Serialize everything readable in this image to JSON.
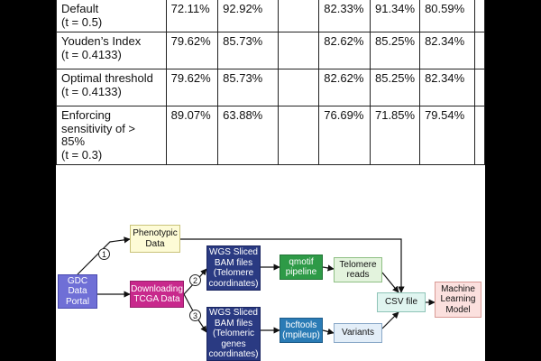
{
  "table": {
    "rows": [
      {
        "label": "Default\n(t = 0.5)",
        "values": [
          "72.11%",
          "92.92%",
          "",
          "82.33%",
          "91.34%",
          "80.59%"
        ]
      },
      {
        "label": "Youden’s Index\n(t = 0.4133)",
        "values": [
          "79.62%",
          "85.73%",
          "",
          "82.62%",
          "85.25%",
          "82.34%"
        ]
      },
      {
        "label": "Optimal threshold\n(t = 0.4133)",
        "values": [
          "79.62%",
          "85.73%",
          "",
          "82.62%",
          "85.25%",
          "82.34%"
        ]
      },
      {
        "label": "Enforcing\nsensitivity of >\n85%\n(t = 0.3)",
        "values": [
          "89.07%",
          "63.88%",
          "",
          "76.69%",
          "71.85%",
          "79.54%"
        ]
      }
    ]
  },
  "diagram": {
    "nodes": {
      "gdc": {
        "text": "GDC\nData\nPortal",
        "fill": "#6f6fd6",
        "border": "#4a4ab0",
        "color": "#ffffff"
      },
      "phenotypic": {
        "text": "Phenotypic\nData",
        "fill": "#fdfbd6",
        "border": "#c9c27a",
        "color": "#111111"
      },
      "downloading": {
        "text": "Downloading\nTCGA Data",
        "fill": "#c8288c",
        "border": "#961e69",
        "color": "#ffffff"
      },
      "wgs_telomere": {
        "text": "WGS Sliced\nBAM files\n(Telomere\ncoordinates)",
        "fill": "#2a3a82",
        "border": "#1a2560",
        "color": "#ffffff"
      },
      "wgs_telomeric_genes": {
        "text": "WGS Sliced\nBAM files\n(Telomeric\ngenes\ncoordinates)",
        "fill": "#2a3a82",
        "border": "#1a2560",
        "color": "#ffffff"
      },
      "qmotif": {
        "text": "qmotif\npipeline",
        "fill": "#2e9a47",
        "border": "#217536",
        "color": "#ffffff"
      },
      "bcftools": {
        "text": "bcftools\n(mpileup)",
        "fill": "#2a7bb5",
        "border": "#1e5d8a",
        "color": "#ffffff"
      },
      "telomere_reads": {
        "text": "Telomere\nreads",
        "fill": "#e3f3dd",
        "border": "#8fbf84",
        "color": "#111111"
      },
      "variants": {
        "text": "Variants",
        "fill": "#e3eef8",
        "border": "#8aa9c8",
        "color": "#111111"
      },
      "csv": {
        "text": "CSV file",
        "fill": "#e0f5f0",
        "border": "#8fc4b8",
        "color": "#111111"
      },
      "ml_model": {
        "text": "Machine\nLearning\nModel",
        "fill": "#fbe0de",
        "border": "#d99a95",
        "color": "#111111"
      }
    },
    "steps": [
      "1",
      "2",
      "3"
    ]
  }
}
